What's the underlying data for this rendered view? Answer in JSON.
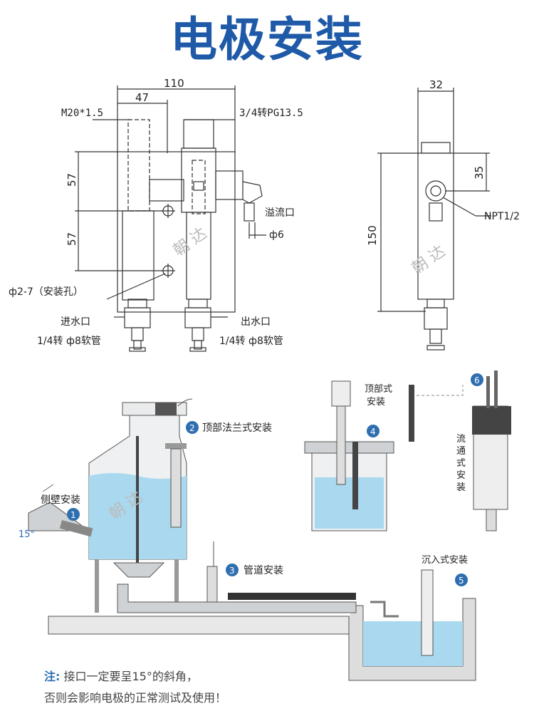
{
  "title": "电极安装",
  "drawing1": {
    "dim_110": "110",
    "dim_47": "47",
    "thread_left": "M20*1.5",
    "thread_right": "3/4转PG13.5",
    "dim_57_top": "57",
    "dim_57_bottom": "57",
    "overflow": "溢流口",
    "phi6": "ф6",
    "mount_hole": "ф2-7（安装孔）",
    "inlet": "进水口",
    "outlet": "出水口",
    "inlet_hose": "1/4转 ф8软管",
    "outlet_hose": "1/4转 ф8软管",
    "watermark": "朝 达"
  },
  "drawing2": {
    "dim_32": "32",
    "dim_35": "35",
    "dim_150": "150",
    "npt": "NPT1/2",
    "watermark": "朝 达"
  },
  "install": {
    "m1_num": "1",
    "m1_label": "侧壁安装",
    "angle": "15°",
    "m2_num": "2",
    "m2_label": "顶部法兰式安装",
    "m3_num": "3",
    "m3_label": "管道安装",
    "m4_num": "4",
    "m4_label_l1": "顶部式",
    "m4_label_l2": "安装",
    "m5_num": "5",
    "m5_label": "沉入式安装",
    "m6_num": "6",
    "m6_label_chars": [
      "流",
      "通",
      "式",
      "安",
      "装"
    ],
    "watermark": "朝 达"
  },
  "note": {
    "prefix": "注:",
    "line1": "接口一定要呈15°的斜角，",
    "line2": "否则会影响电极的正常测试及使用！"
  },
  "colors": {
    "accent": "#1e5aa8",
    "water": "#a9d8ef",
    "steel": "#cfd2d4"
  }
}
